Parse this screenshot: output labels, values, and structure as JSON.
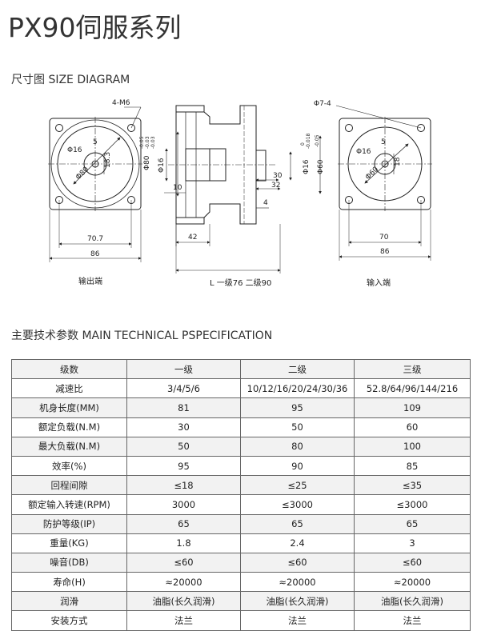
{
  "page_title": "PX90伺服系列",
  "size_section_title": "尺寸图 SIZE DIAGRAM",
  "spec_section_title": "主要技术参数  MAIN TECHNICAL  PSPECIFICATION",
  "diagram": {
    "output_view": {
      "holes_label": "4-M6",
      "key_width": "5",
      "shaft_dia": "Φ16",
      "key_height": "18.3",
      "pilot_dia": "Φ80",
      "tolerance": [
        "-0.05",
        "-0.03",
        "-0.03"
      ],
      "bolt_pitch": "70.7",
      "flange_width": "86",
      "caption": "输出端"
    },
    "side_view": {
      "pilot_dia": "Φ80",
      "shaft_dia": "Φ16",
      "shaft_length": "10",
      "length_42": "42",
      "tolerance": [
        "0",
        "-0.018",
        "-0.05"
      ],
      "dim_30": "30",
      "dim_32": "32",
      "input_shaft_dia": "Φ16",
      "input_pilot_dia": "Φ60",
      "dim_4": "4",
      "caption": "L 一级76 二级90"
    },
    "input_view": {
      "holes_label": "Φ7-4",
      "key_width": "5",
      "shaft_dia": "Φ16",
      "key_height": "18",
      "pilot_dia": "Φ60",
      "bolt_pitch": "70",
      "flange_width": "86",
      "caption": "输入端"
    }
  },
  "spec_table": {
    "headers": [
      "级数",
      "一级",
      "二级",
      "三级"
    ],
    "rows": [
      [
        "减速比",
        "3/4/5/6",
        "10/12/16/20/24/30/36",
        "52.8/64/96/144/216"
      ],
      [
        "机身长度(MM)",
        "81",
        "95",
        "109"
      ],
      [
        "额定负载(N.M)",
        "30",
        "50",
        "60"
      ],
      [
        "最大负载(N.M)",
        "50",
        "80",
        "100"
      ],
      [
        "效率(%)",
        "95",
        "90",
        "85"
      ],
      [
        "回程间隙",
        "≤18",
        "≤25",
        "≤35"
      ],
      [
        "额定输入转速(RPM)",
        "3000",
        "≤3000",
        "≤3000"
      ],
      [
        "防护等级(IP)",
        "65",
        "65",
        "65"
      ],
      [
        "重量(KG)",
        "1.8",
        "2.4",
        "3"
      ],
      [
        "噪音(DB)",
        "≤60",
        "≤60",
        "≤60"
      ],
      [
        "寿命(H)",
        "≈20000",
        "≈20000",
        "≈20000"
      ],
      [
        "润滑",
        "油脂(长久润滑)",
        "油脂(长久润滑)",
        "油脂(长久润滑)"
      ],
      [
        "安装方式",
        "法兰",
        "法兰",
        "法兰"
      ]
    ]
  }
}
